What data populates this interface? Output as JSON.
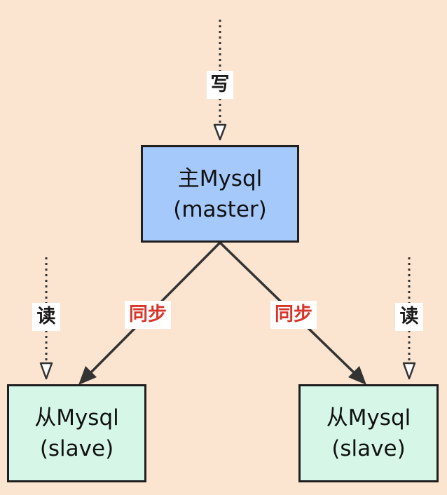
{
  "diagram": {
    "master": {
      "line1": "主Mysql",
      "line2": "(master)",
      "fill": "#a6c9fb"
    },
    "slave_left": {
      "line1": "从Mysql",
      "line2": "(slave)",
      "fill": "#d6f7e8"
    },
    "slave_right": {
      "line1": "从Mysql",
      "line2": "(slave)",
      "fill": "#d6f7e8"
    },
    "edges": {
      "write_label": "写",
      "read_left_label": "读",
      "read_right_label": "读",
      "sync_left_label": "同步",
      "sync_right_label": "同步"
    },
    "colors": {
      "background": "#fbe5d0",
      "sync_text": "#d8352a",
      "line": "#333333"
    }
  }
}
